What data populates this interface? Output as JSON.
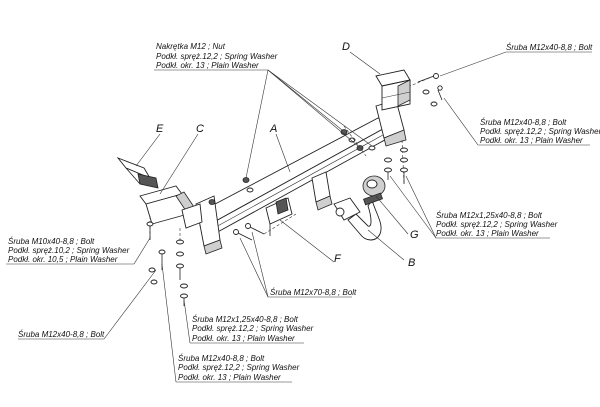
{
  "parts": {
    "A": "A",
    "B": "B",
    "C": "C",
    "D": "D",
    "E": "E",
    "F": "F",
    "G": "G"
  },
  "callouts": {
    "nut": [
      "Nakrętka  M12 ; Nut",
      "Podkł. spręż.12,2 ; Spring Washer",
      "Podkł. okr. 13 ; Plain Washer"
    ],
    "bolt_top_right": [
      "Śruba M12x40-8,8 ;  Bolt"
    ],
    "bolt_right_mid": [
      "Śruba M12x40-8,8 ;  Bolt",
      "Podkł. spręż.12,2 ; Spring Washer",
      "Podkł. okr. 13 ; Plain Washer"
    ],
    "bolt_right_low": [
      "Śruba M12x1,25x40-8,8 ;  Bolt",
      "Podkł. spręż.12,2 ; Spring Washer",
      "Podkł. okr. 13 ; Plain Washer"
    ],
    "bolt_left": [
      "Śruba M10x40-8,8 ;  Bolt",
      "Podkł. spręż.10,2 ; Spring Washer",
      "Podkł. okr. 10,5 ; Plain Washer"
    ],
    "bolt_center": [
      "Śruba M12x70-8,8 ;  Bolt"
    ],
    "bolt_bottom_left": [
      "Śruba M12x40-8,8 ;  Bolt"
    ],
    "bolt_bottom_mid": [
      "Śruba M12x1,25x40-8,8 ;  Bolt",
      "Podkł. spręż.12,2 ; Spring Washer",
      "Podkł. okr. 13 ; Plain Washer"
    ],
    "bolt_bottom": [
      "Śruba M12x40-8,8 ;  Bolt",
      "Podkł. spręż.12,2 ; Spring Washer",
      "Podkł. okr. 13 ; Plain Washer"
    ]
  }
}
